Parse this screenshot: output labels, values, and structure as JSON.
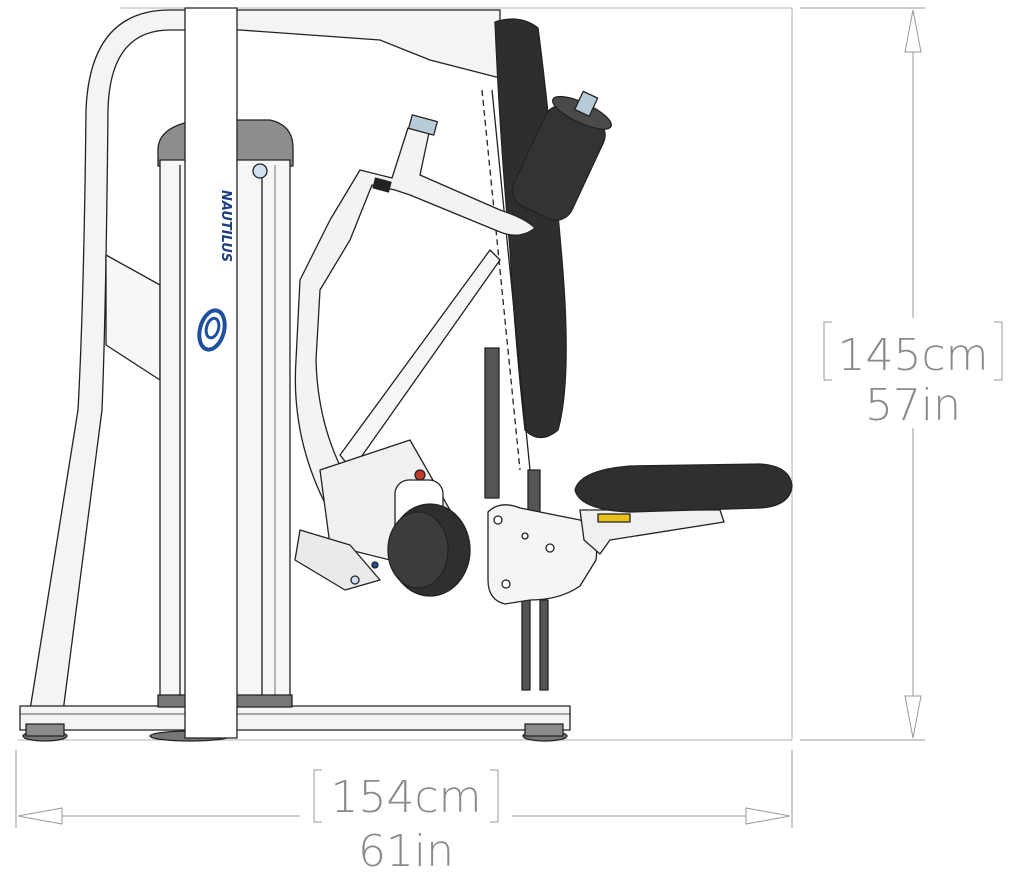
{
  "machine": {
    "brand": "NAUTILUS"
  },
  "dimensions": {
    "height": {
      "metric": "145cm",
      "imperial": "57in"
    },
    "width": {
      "metric": "154cm",
      "imperial": "61in"
    }
  },
  "colors": {
    "line": "#9a9a9a",
    "frame": "#f2f2f2",
    "outline": "#222222",
    "pad": "#2a2a2a",
    "dim_text": "#8a8a8a",
    "logo_blue": "#1f4fa0",
    "accent_red": "#c0392b",
    "accent_yellow": "#e8c21a"
  },
  "icons": [
    "nautilus-logo-icon",
    "arrow-left-icon",
    "arrow-right-icon",
    "arrow-up-icon",
    "arrow-down-icon"
  ]
}
